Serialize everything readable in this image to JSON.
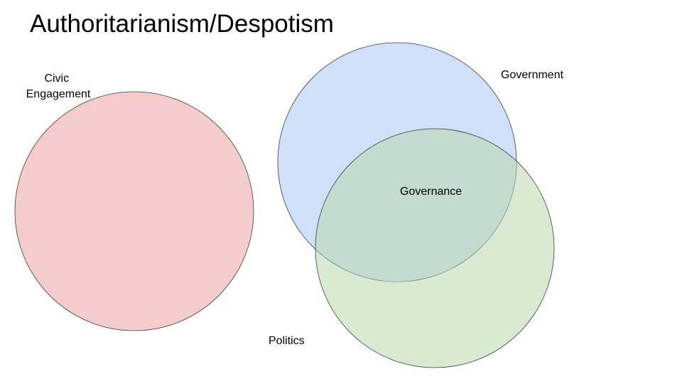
{
  "title": "Authoritarianism/Despotism",
  "sets": [
    {
      "id": "civic",
      "label_lines": [
        "Civic",
        "Engagement"
      ],
      "color": "#f4cccc"
    },
    {
      "id": "government",
      "label_lines": [
        "Government"
      ],
      "color": "#c9daf8"
    },
    {
      "id": "politics",
      "label_lines": [
        "Politics"
      ],
      "color": "#d9ead3"
    }
  ],
  "intersections": [
    {
      "sets": [
        "government",
        "politics"
      ],
      "label": "Governance"
    }
  ]
}
